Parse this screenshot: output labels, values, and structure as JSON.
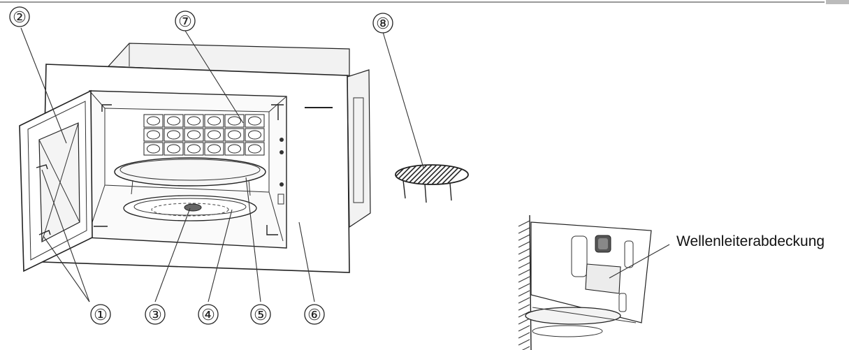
{
  "callouts": [
    {
      "id": 1,
      "label": "①"
    },
    {
      "id": 2,
      "label": "②"
    },
    {
      "id": 3,
      "label": "③"
    },
    {
      "id": 4,
      "label": "④"
    },
    {
      "id": 5,
      "label": "⑤"
    },
    {
      "id": 6,
      "label": "⑥"
    },
    {
      "id": 7,
      "label": "⑦"
    },
    {
      "id": 8,
      "label": "⑧"
    }
  ],
  "detail": {
    "waveguide_label": "Wellenleiterabdeckung"
  },
  "colors": {
    "line": "#222222",
    "background": "#ffffff",
    "hatch": "#333333"
  }
}
